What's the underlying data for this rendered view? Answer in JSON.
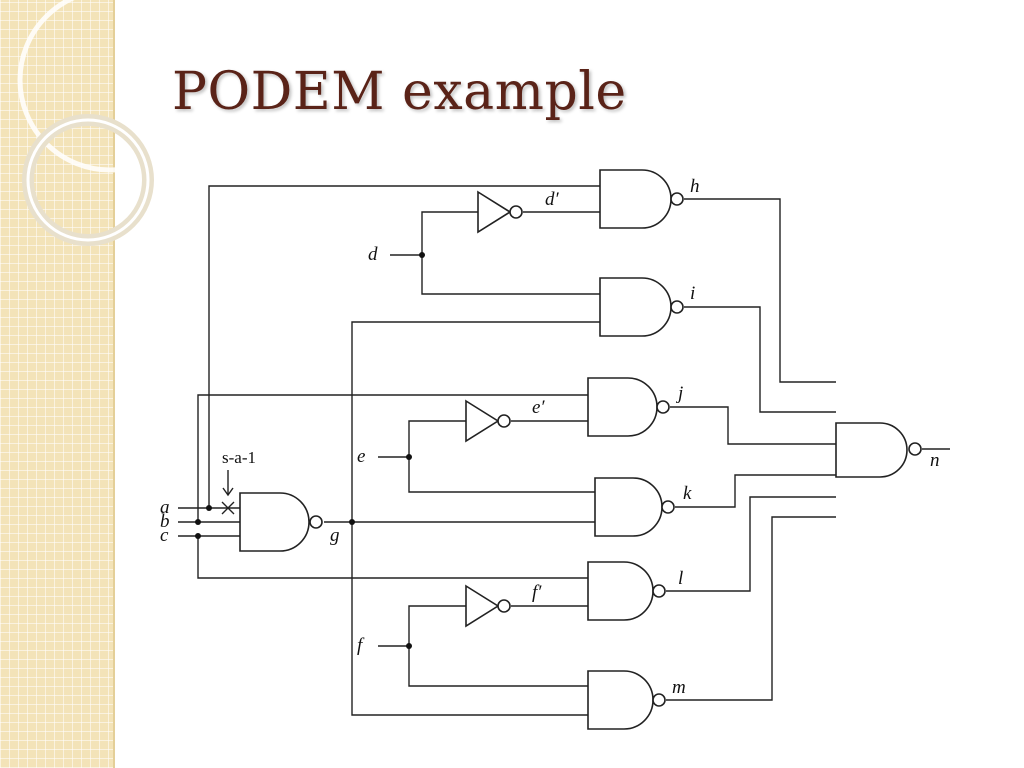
{
  "slide": {
    "title": "PODEM example"
  },
  "diagram": {
    "inputs": [
      "a",
      "b",
      "c",
      "d",
      "e",
      "f"
    ],
    "inverted_signals": [
      "d′",
      "e′",
      "f′"
    ],
    "gate_outputs": [
      "g",
      "h",
      "i",
      "j",
      "k",
      "l",
      "m",
      "n"
    ],
    "fault_label": "s-a-1",
    "gates": [
      {
        "type": "NAND",
        "output": "g",
        "inputs": [
          "a",
          "b",
          "c"
        ]
      },
      {
        "type": "NOT",
        "output": "d′",
        "inputs": [
          "d"
        ]
      },
      {
        "type": "NOT",
        "output": "e′",
        "inputs": [
          "e"
        ]
      },
      {
        "type": "NOT",
        "output": "f′",
        "inputs": [
          "f"
        ]
      },
      {
        "type": "NAND",
        "output": "h",
        "inputs": [
          "a",
          "d′"
        ]
      },
      {
        "type": "NAND",
        "output": "i",
        "inputs": [
          "d",
          "g"
        ]
      },
      {
        "type": "NAND",
        "output": "j",
        "inputs": [
          "b",
          "e′"
        ]
      },
      {
        "type": "NAND",
        "output": "k",
        "inputs": [
          "e",
          "g"
        ]
      },
      {
        "type": "NAND",
        "output": "l",
        "inputs": [
          "c",
          "f′"
        ]
      },
      {
        "type": "NAND",
        "output": "m",
        "inputs": [
          "f",
          "g"
        ]
      },
      {
        "type": "NAND",
        "output": "n",
        "inputs": [
          "h",
          "i",
          "j",
          "k",
          "l",
          "m"
        ]
      }
    ]
  }
}
